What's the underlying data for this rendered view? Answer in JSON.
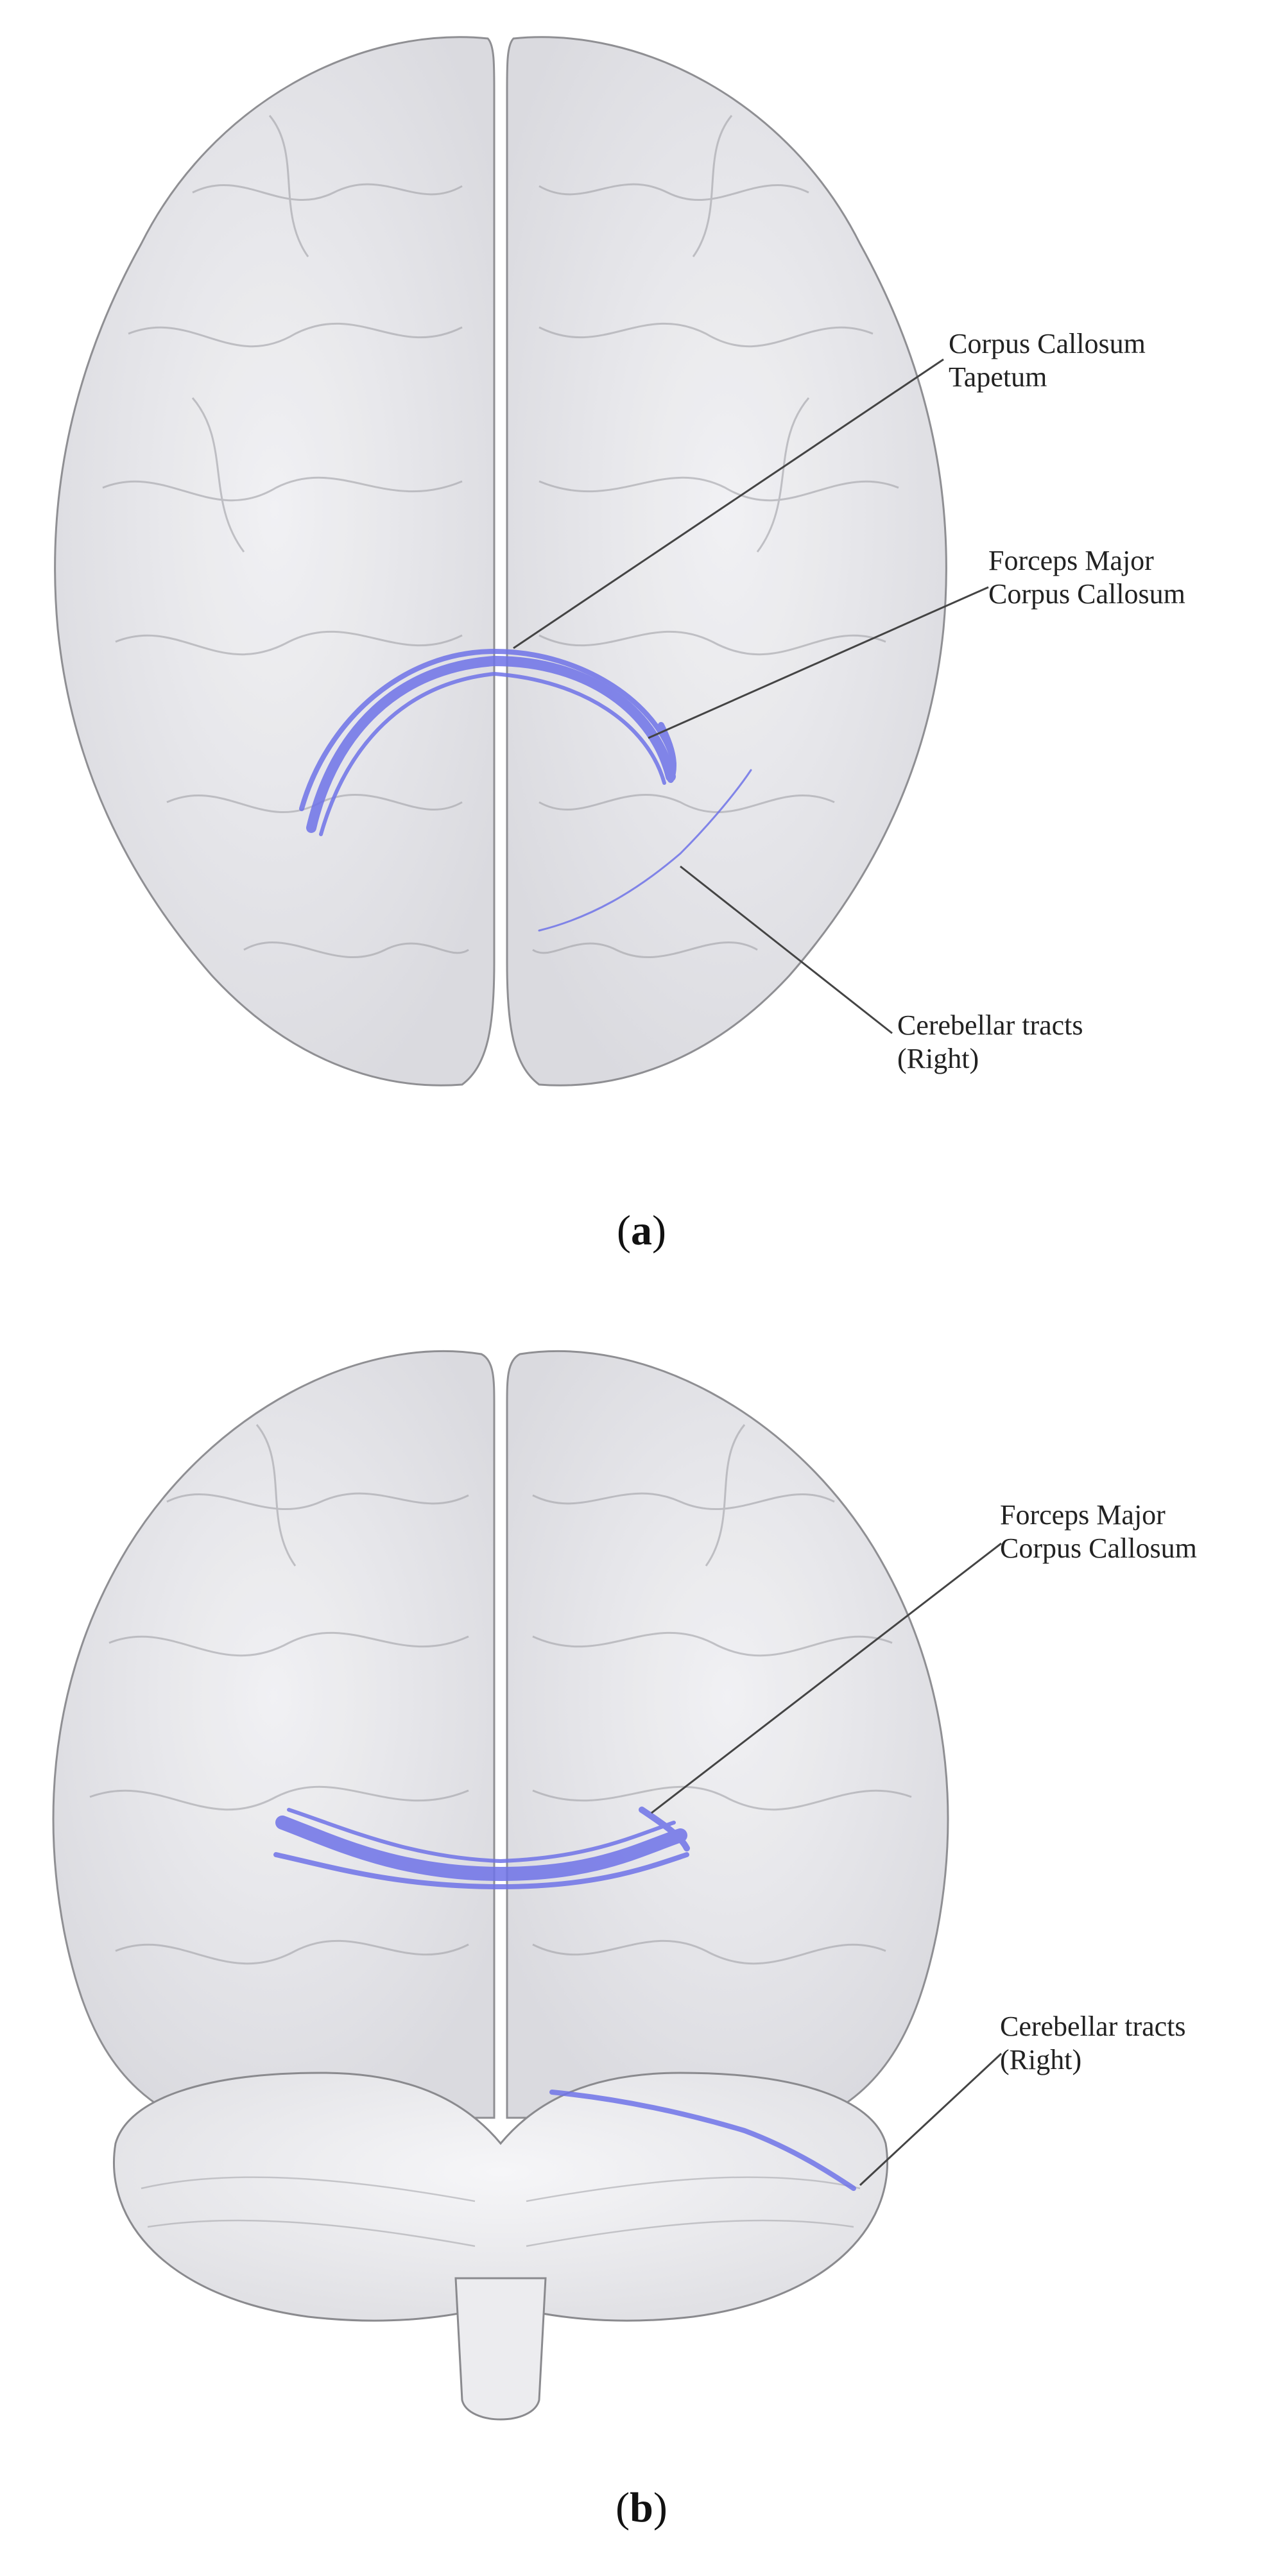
{
  "panel_a": {
    "labels": {
      "corpus_callosum_tapetum": [
        "Corpus Callosum",
        "Tapetum"
      ],
      "forceps_major": [
        "Forceps Major",
        "Corpus Callosum"
      ],
      "cerebellar_tracts": [
        "Cerebellar tracts",
        "(Right)"
      ]
    },
    "caption_letter": "a"
  },
  "panel_b": {
    "labels": {
      "forceps_major": [
        "Forceps Major",
        "Corpus Callosum"
      ],
      "cerebellar_tracts": [
        "Cerebellar tracts",
        "(Right)"
      ]
    },
    "caption_letter": "b"
  },
  "colors": {
    "brain_fill": "#e9e9ee",
    "brain_stroke": "#8a8a8e",
    "tract": "#6f73e8",
    "leader_line": "#444444"
  }
}
